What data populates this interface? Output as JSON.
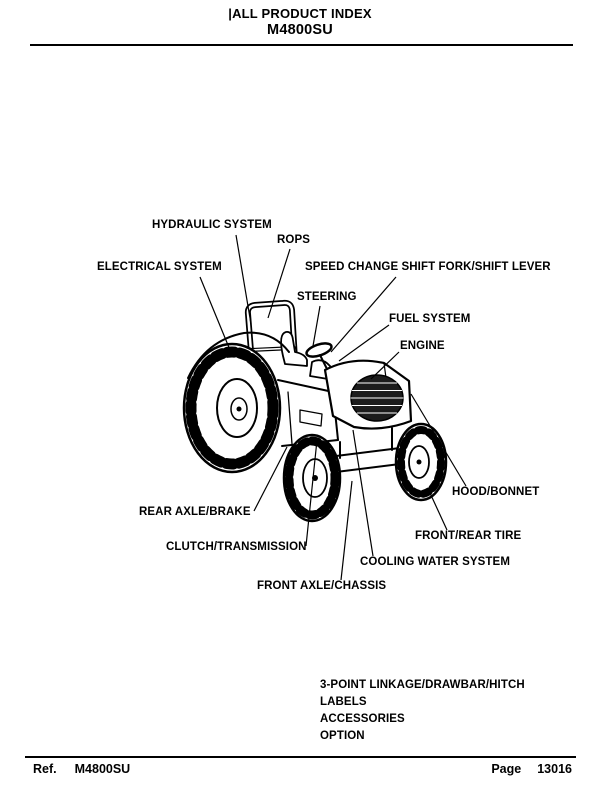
{
  "header": {
    "index_title": "|ALL PRODUCT INDEX",
    "model": "M4800SU"
  },
  "footer": {
    "ref_label": "Ref.",
    "ref_value": "M4800SU",
    "page_label": "Page",
    "page_value": "13016"
  },
  "diagram": {
    "labels": [
      {
        "id": "hydraulic-system",
        "text": "HYDRAULIC SYSTEM"
      },
      {
        "id": "rops",
        "text": "ROPS"
      },
      {
        "id": "electrical-system",
        "text": "ELECTRICAL SYSTEM"
      },
      {
        "id": "speed-change-shift-fork-shift-lever",
        "text": "SPEED CHANGE SHIFT FORK/SHIFT LEVER"
      },
      {
        "id": "steering",
        "text": "STEERING"
      },
      {
        "id": "fuel-system",
        "text": "FUEL SYSTEM"
      },
      {
        "id": "engine",
        "text": "ENGINE"
      },
      {
        "id": "hood-bonnet",
        "text": "HOOD/BONNET"
      },
      {
        "id": "rear-axle-brake",
        "text": "REAR AXLE/BRAKE"
      },
      {
        "id": "front-rear-tire",
        "text": "FRONT/REAR TIRE"
      },
      {
        "id": "clutch-transmission",
        "text": "CLUTCH/TRANSMISSION"
      },
      {
        "id": "cooling-water-system",
        "text": "COOLING WATER SYSTEM"
      },
      {
        "id": "front-axle-chassis",
        "text": "FRONT AXLE/CHASSIS"
      }
    ],
    "list_items": [
      "3-POINT LINKAGE/DRAWBAR/HITCH",
      "LABELS",
      "ACCESSORIES",
      "OPTION"
    ]
  },
  "colors": {
    "ink": "#000000",
    "paper": "#ffffff"
  }
}
